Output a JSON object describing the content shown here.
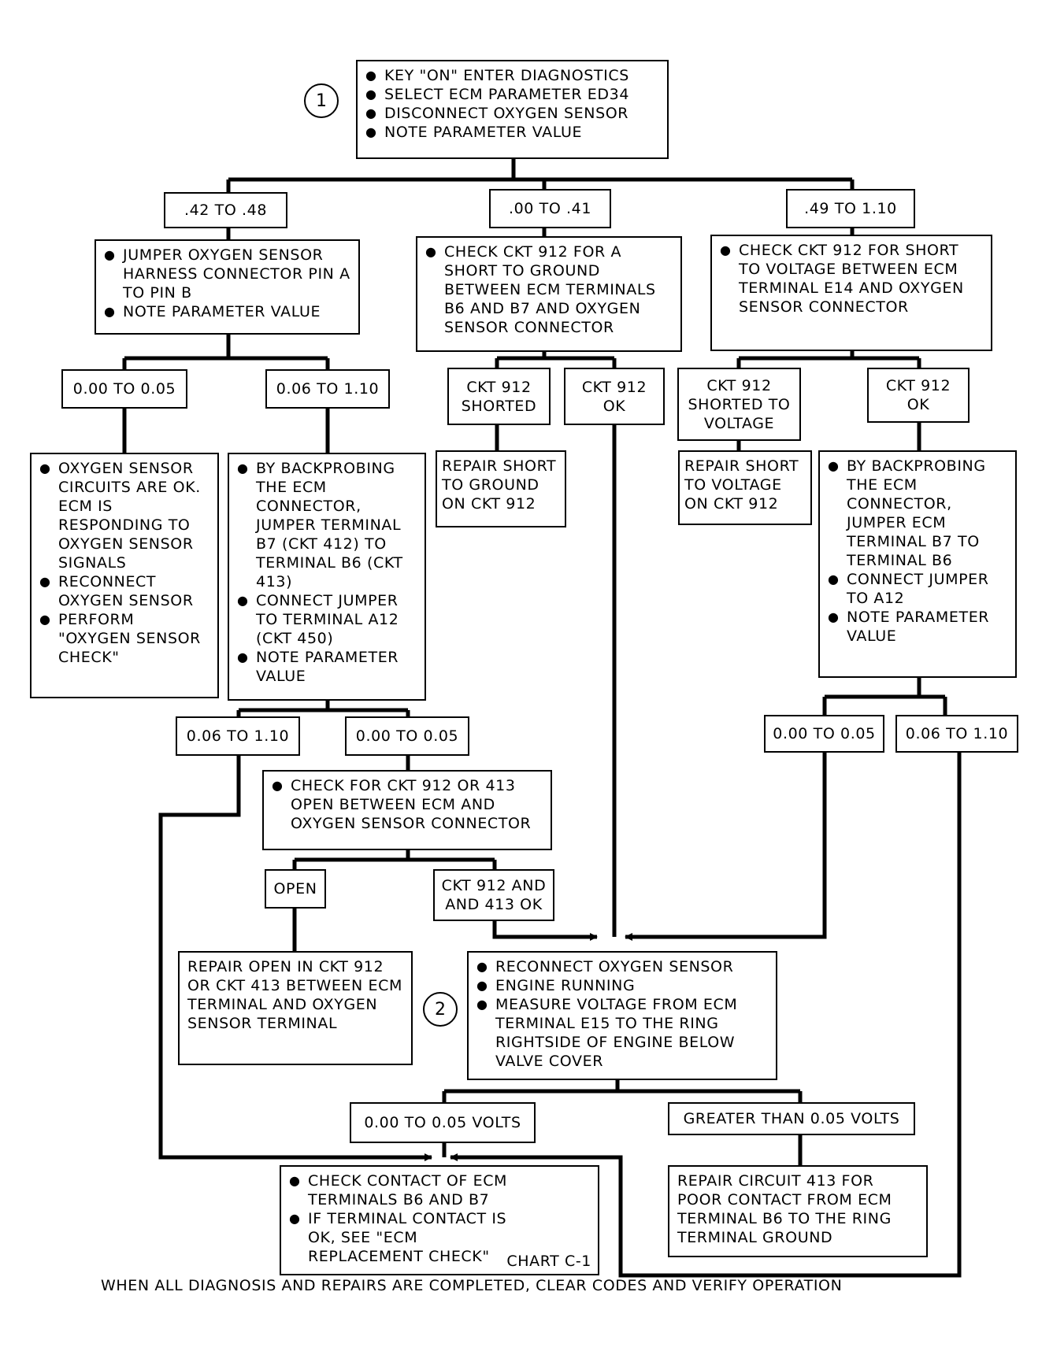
{
  "start": {
    "step_label": "1",
    "items": [
      "KEY \"ON\" ENTER DIAGNOSTICS",
      "SELECT ECM PARAMETER ED34",
      "DISCONNECT OXYGEN SENSOR",
      "NOTE PARAMETER VALUE"
    ]
  },
  "branch_left": {
    "label": ".42 TO .48",
    "action": [
      "JUMPER OXYGEN SENSOR HARNESS CONNECTOR PIN A TO PIN B",
      "NOTE PARAMETER VALUE"
    ],
    "low": {
      "label": "0.00 TO 0.05",
      "action": [
        "OXYGEN SENSOR CIRCUITS ARE OK. ECM IS RESPONDING TO OXYGEN SENSOR SIGNALS",
        "RECONNECT OXYGEN SENSOR",
        "PERFORM \"OXYGEN SENSOR CHECK\""
      ]
    },
    "high": {
      "label": "0.06 TO 1.10",
      "action": [
        "BY BACKPROBING THE ECM CONNECTOR, JUMPER TERMINAL B7 (CKT 412) TO TERMINAL B6 (CKT 413)",
        "CONNECT JUMPER TO TERMINAL A12 (CKT 450)",
        "NOTE PARAMETER VALUE"
      ],
      "result_high": "0.06 TO 1.10",
      "result_low": "0.00 TO 0.05",
      "check": [
        "CHECK FOR CKT 912 OR 413 OPEN BETWEEN ECM AND OXYGEN SENSOR CONNECTOR"
      ],
      "open_label": "OPEN",
      "ok_label": "CKT 912 AND AND 413 OK",
      "repair_open": "REPAIR OPEN IN CKT 912 OR CKT 413 BETWEEN ECM TERMINAL AND OXYGEN SENSOR TERMINAL"
    }
  },
  "branch_middle": {
    "label": ".00 TO .41",
    "action": [
      "CHECK CKT 912 FOR A SHORT TO GROUND BETWEEN ECM TERMINALS B6 AND B7 AND OXYGEN SENSOR CONNECTOR"
    ],
    "shorted_label": "CKT 912 SHORTED",
    "ok_label": "CKT 912 OK",
    "repair": "REPAIR SHORT TO GROUND ON CKT 912"
  },
  "branch_right": {
    "label": ".49 TO 1.10",
    "action": [
      "CHECK CKT 912 FOR SHORT TO VOLTAGE BETWEEN ECM TERMINAL E14 AND OXYGEN SENSOR CONNECTOR"
    ],
    "shorted_label": "CKT 912 SHORTED TO VOLTAGE",
    "ok_label": "CKT 912 OK",
    "repair": "REPAIR SHORT TO VOLTAGE ON CKT 912",
    "ok_action": [
      "BY BACKPROBING THE ECM CONNECTOR, JUMPER ECM TERMINAL B7 TO TERMINAL B6",
      "CONNECT JUMPER TO A12",
      "NOTE PARAMETER VALUE"
    ],
    "result_low": "0.00 TO 0.05",
    "result_high": "0.06 TO 1.10"
  },
  "step2": {
    "step_label": "2",
    "items": [
      "RECONNECT OXYGEN SENSOR",
      "ENGINE RUNNING",
      "MEASURE VOLTAGE FROM ECM TERMINAL E15 TO THE RING RIGHTSIDE OF ENGINE BELOW VALVE COVER"
    ],
    "low_label": "0.00 TO 0.05 VOLTS",
    "high_label": "GREATER THAN 0.05 VOLTS",
    "repair_high": "REPAIR CIRCUIT 413 FOR POOR CONTACT FROM ECM TERMINAL B6 TO THE RING TERMINAL GROUND"
  },
  "final": {
    "items": [
      "CHECK CONTACT OF ECM TERMINALS B6 AND B7",
      "IF TERMINAL CONTACT IS OK, SEE \"ECM REPLACEMENT CHECK\""
    ],
    "chart_ref": "CHART C-1"
  },
  "footer": "WHEN ALL DIAGNOSIS AND REPAIRS ARE COMPLETED, CLEAR CODES AND VERIFY OPERATION"
}
